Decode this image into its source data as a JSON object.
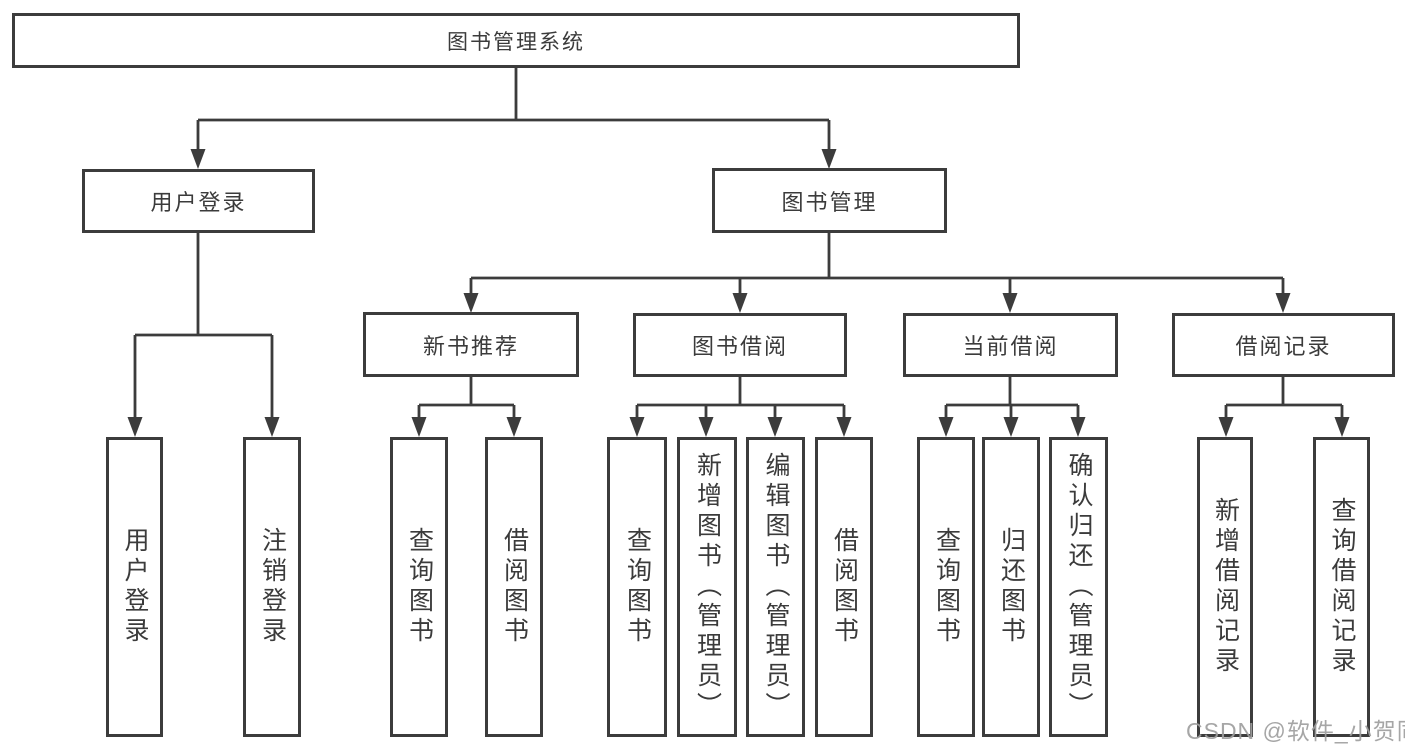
{
  "diagram": {
    "colors": {
      "line": "#3c3c3c",
      "text": "#3b3b3b",
      "background": "#ffffff",
      "watermark": "#9e9e9e"
    },
    "tree": {
      "label": "图书管理系统",
      "children": [
        {
          "label": "用户登录",
          "children": [
            {
              "label": "用户登录"
            },
            {
              "label": "注销登录"
            }
          ]
        },
        {
          "label": "图书管理",
          "children": [
            {
              "label": "新书推荐",
              "children": [
                {
                  "label": "查询图书"
                },
                {
                  "label": "借阅图书"
                }
              ]
            },
            {
              "label": "图书借阅",
              "children": [
                {
                  "label": "查询图书"
                },
                {
                  "label": "新增图书（管理员）"
                },
                {
                  "label": "编辑图书（管理员）"
                },
                {
                  "label": "借阅图书"
                }
              ]
            },
            {
              "label": "当前借阅",
              "children": [
                {
                  "label": "查询图书"
                },
                {
                  "label": "归还图书"
                },
                {
                  "label": "确认归还（管理员）"
                }
              ]
            },
            {
              "label": "借阅记录",
              "children": [
                {
                  "label": "新增借阅记录"
                },
                {
                  "label": "查询借阅记录"
                }
              ]
            }
          ]
        }
      ]
    }
  },
  "watermark": {
    "text": "CSDN @软件_小贺同学"
  }
}
